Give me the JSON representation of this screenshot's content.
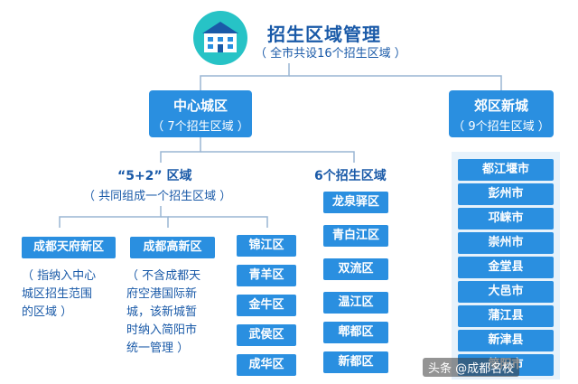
{
  "header": {
    "title": "招生区域管理",
    "subtitle": "（ 全市共设16个招生区域 ）"
  },
  "central": {
    "title": "中心城区",
    "subtitle": "（ 7个招生区域 ）"
  },
  "suburban": {
    "title": "郊区新城",
    "subtitle": "（ 9个招生区域 ）"
  },
  "group52": {
    "title": "“5+2” 区域",
    "subtitle": "（ 共同组成一个招生区域 ）"
  },
  "group6": {
    "title": "6个招生区域"
  },
  "tianfu": {
    "label": "成都天府新区",
    "note": [
      "（ 指纳入中心",
      "城区招生范围",
      "的区域 ）"
    ]
  },
  "gaoxin": {
    "label": "成都高新区",
    "note": [
      "（ 不含成都天",
      "府空港国际新",
      "城，该新城暂",
      "时纳入简阳市",
      "统一管理 ）"
    ]
  },
  "districts5": [
    "锦江区",
    "青羊区",
    "金牛区",
    "武侯区",
    "成华区"
  ],
  "districts6": [
    "龙泉驿区",
    "青白江区",
    "双流区",
    "温江区",
    "郫都区",
    "新都区"
  ],
  "suburbList": [
    "都江堰市",
    "彭州市",
    "邛崃市",
    "崇州市",
    "金堂县",
    "大邑市",
    "蒲江县",
    "新津县",
    "简阳市"
  ],
  "watermark": "头条 @成都名校"
}
